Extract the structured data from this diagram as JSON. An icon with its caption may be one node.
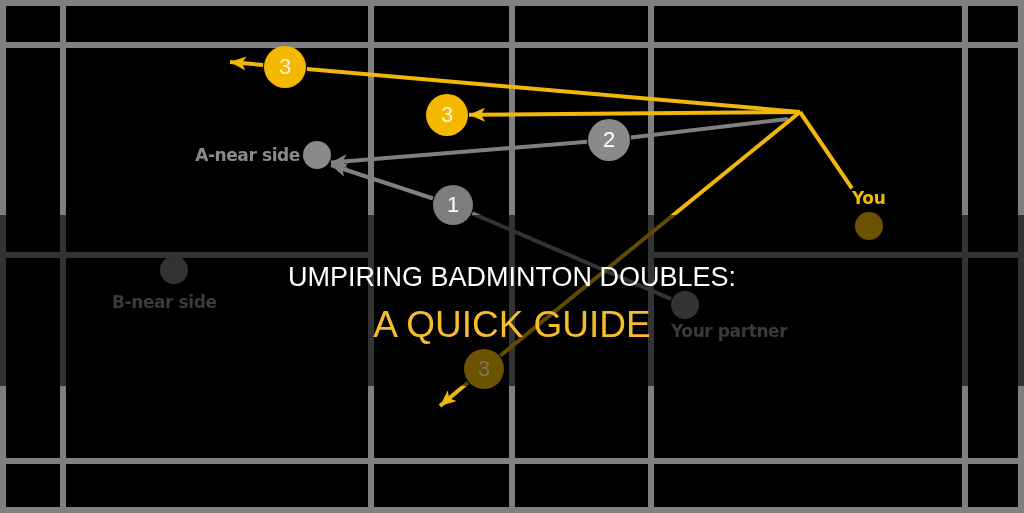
{
  "diagram": {
    "title": "UMPIRING BADMINTON DOUBLES:",
    "caption": "A QUICK GUIDE",
    "nodes": [
      {
        "text": [
          "3"
        ]
      },
      {
        "text": [
          "3"
        ]
      },
      {
        "text": [
          "2"
        ]
      },
      {
        "text": [
          "A-near side"
        ]
      },
      {
        "text": [
          "You"
        ]
      },
      {
        "text": [
          "1"
        ]
      },
      {
        "text": [
          "B-near side"
        ]
      },
      {
        "text": [
          "Your partner"
        ]
      },
      {
        "text": [
          "3"
        ]
      }
    ],
    "edges": [
      {
        "from": null,
        "to": 0,
        "arrow": "none"
      },
      {
        "from": 0,
        "to": null,
        "arrow": "to"
      },
      {
        "from": null,
        "to": 1,
        "arrow": "to"
      },
      {
        "from": null,
        "to": 2,
        "arrow": "none",
        "color": "#808080"
      },
      {
        "from": 2,
        "to": 3,
        "arrow": "to",
        "color": "#808080"
      },
      {
        "from": 7,
        "to": 5,
        "arrow": "none",
        "color": "#808080"
      },
      {
        "from": 5,
        "to": 3,
        "arrow": "to",
        "color": "#808080"
      },
      {
        "from": null,
        "to": 8,
        "arrow": "none"
      },
      {
        "from": 8,
        "to": null,
        "arrow": "to"
      },
      {
        "from": null,
        "to": 4,
        "arrow": "none"
      }
    ]
  }
}
